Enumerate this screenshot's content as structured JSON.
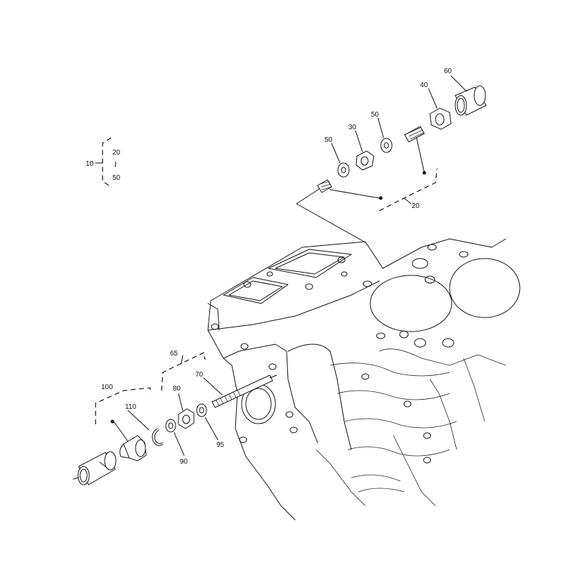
{
  "legend": {
    "main": "10",
    "range_from": "20",
    "range_sym": "≀",
    "range_to": "50"
  },
  "callouts": {
    "c60": "60",
    "c40": "40",
    "c50a": "50",
    "c30": "30",
    "c50b": "50",
    "c20": "20",
    "c65": "65",
    "c70": "70",
    "c80": "80",
    "c100": "100",
    "c110": "110",
    "c90": "90",
    "c95": "95"
  }
}
